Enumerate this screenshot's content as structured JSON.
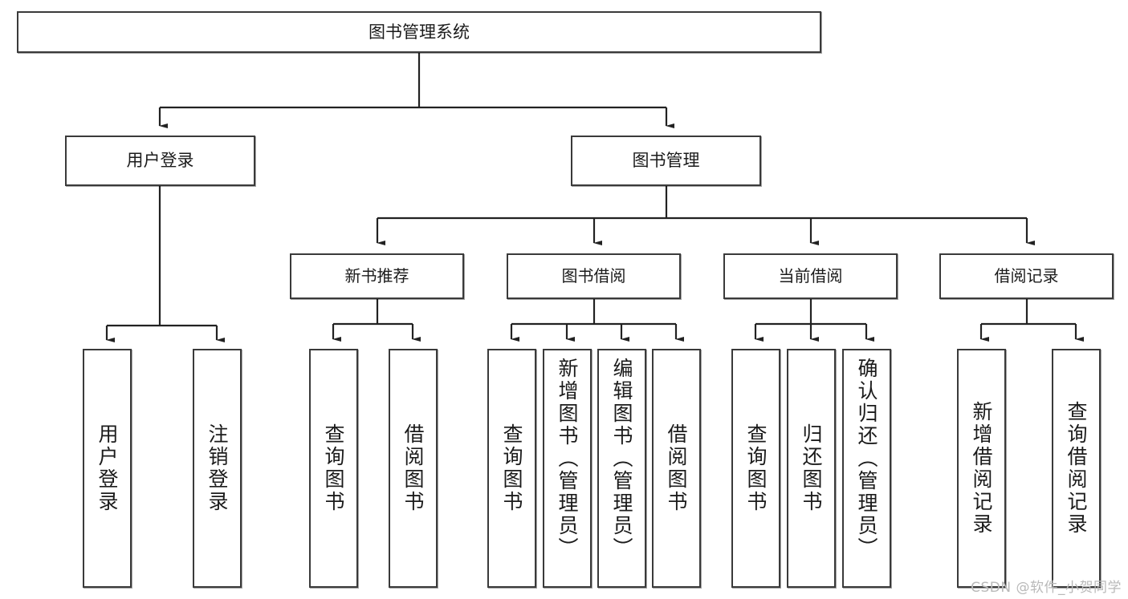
{
  "diagram": {
    "type": "tree",
    "title": "图书管理系统",
    "root": {
      "label": "图书管理系统"
    },
    "level2": [
      {
        "label": "用户登录"
      },
      {
        "label": "图书管理"
      }
    ],
    "level3": [
      {
        "label": "新书推荐"
      },
      {
        "label": "图书借阅"
      },
      {
        "label": "当前借阅"
      },
      {
        "label": "借阅记录"
      }
    ],
    "leaves": {
      "user_login": [
        {
          "label": "用户登录"
        },
        {
          "label": "注销登录"
        }
      ],
      "new_book_recommend": [
        {
          "label": "查询图书"
        },
        {
          "label": "借阅图书"
        }
      ],
      "book_borrow": [
        {
          "label": "查询图书"
        },
        {
          "label": "新增图书（管理员）"
        },
        {
          "label": "编辑图书（管理员）"
        },
        {
          "label": "借阅图书"
        }
      ],
      "current_borrow": [
        {
          "label": "查询图书"
        },
        {
          "label": "归还图书"
        },
        {
          "label": "确认归还（管理员）"
        }
      ],
      "borrow_record": [
        {
          "label": "新增借阅记录"
        },
        {
          "label": "查询借阅记录"
        }
      ]
    }
  },
  "watermark": {
    "text": "CSDN @软件_小贺同学"
  },
  "colors": {
    "box_border": "#3a3a3a",
    "box_fill": "#ffffff",
    "connector": "#222222",
    "text": "#1b1b1b",
    "watermark": "#b9b9b9"
  }
}
